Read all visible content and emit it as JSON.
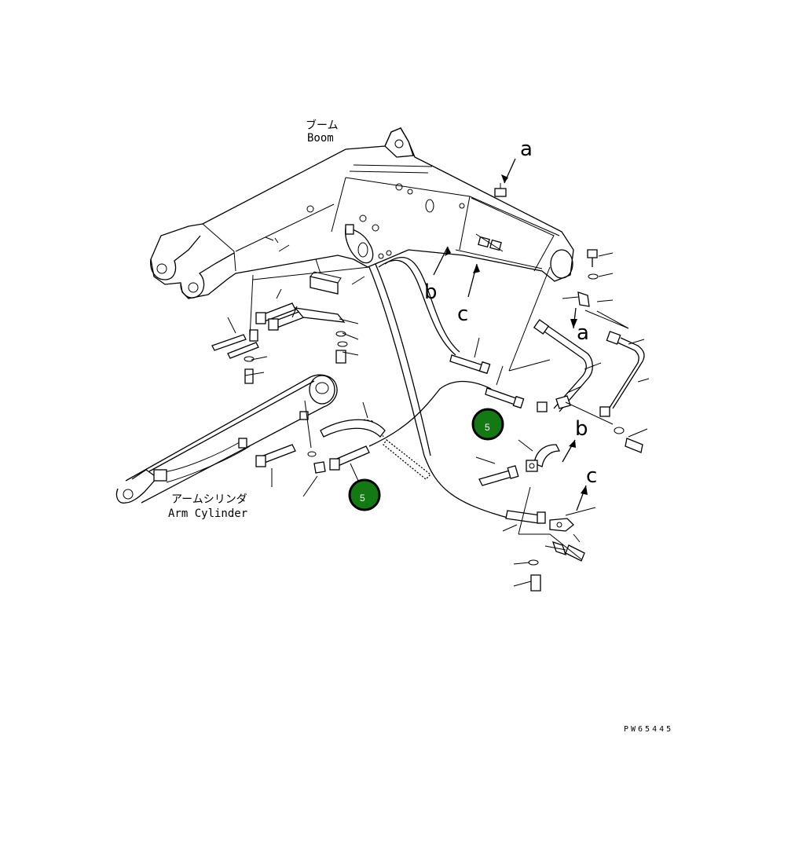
{
  "labels": {
    "boom_jp": "ブーム",
    "boom_en": "Boom",
    "arm_cylinder_jp": "アームシリンダ",
    "arm_cylinder_en": "Arm Cylinder",
    "view_a_top": "a",
    "view_a_side": "a",
    "view_b_left": "b",
    "view_b_right": "b",
    "view_c_left": "c",
    "view_c_right": "c",
    "drawing_code": "PW65445"
  },
  "callouts": [
    {
      "number": "5",
      "color": "#137a13"
    },
    {
      "number": "5",
      "color": "#137a13"
    }
  ]
}
